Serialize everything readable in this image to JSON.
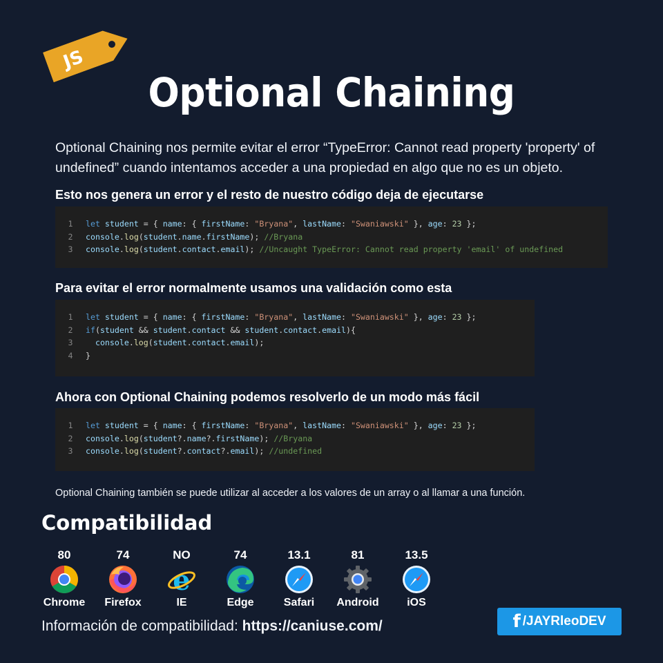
{
  "badge": {
    "label": "JS",
    "color": "#e9a526"
  },
  "title": "Optional Chaining",
  "intro": "Optional Chaining nos permite evitar el error “TypeError: Cannot read property 'property' of undefined” cuando intentamos acceder a una propiedad en algo que no es un objeto.",
  "sections": [
    {
      "heading": "Esto nos genera un error y el resto de nuestro código deja de ejecutarse",
      "lines": [
        [
          [
            "kw",
            "let "
          ],
          [
            "var",
            "student"
          ],
          [
            "plain",
            " = { "
          ],
          [
            "var",
            "name"
          ],
          [
            "plain",
            ": { "
          ],
          [
            "var",
            "firstName"
          ],
          [
            "plain",
            ": "
          ],
          [
            "str",
            "\"Bryana\""
          ],
          [
            "plain",
            ", "
          ],
          [
            "var",
            "lastName"
          ],
          [
            "plain",
            ": "
          ],
          [
            "str",
            "\"Swaniawski\""
          ],
          [
            "plain",
            " }, "
          ],
          [
            "var",
            "age"
          ],
          [
            "plain",
            ": "
          ],
          [
            "num",
            "23"
          ],
          [
            "plain",
            " };"
          ]
        ],
        [
          [
            "var",
            "console"
          ],
          [
            "plain",
            "."
          ],
          [
            "fn",
            "log"
          ],
          [
            "plain",
            "("
          ],
          [
            "var",
            "student"
          ],
          [
            "plain",
            "."
          ],
          [
            "var",
            "name"
          ],
          [
            "plain",
            "."
          ],
          [
            "var",
            "firstName"
          ],
          [
            "plain",
            "); "
          ],
          [
            "cm",
            "//Bryana"
          ]
        ],
        [
          [
            "var",
            "console"
          ],
          [
            "plain",
            "."
          ],
          [
            "fn",
            "log"
          ],
          [
            "plain",
            "("
          ],
          [
            "var",
            "student"
          ],
          [
            "plain",
            "."
          ],
          [
            "var",
            "contact"
          ],
          [
            "plain",
            "."
          ],
          [
            "var",
            "email"
          ],
          [
            "plain",
            "); "
          ],
          [
            "cm",
            "//Uncaught TypeError: Cannot read property 'email' of undefined"
          ]
        ]
      ]
    },
    {
      "heading": "Para evitar el error normalmente usamos una validación como esta",
      "lines": [
        [
          [
            "kw",
            "let "
          ],
          [
            "var",
            "student"
          ],
          [
            "plain",
            " = { "
          ],
          [
            "var",
            "name"
          ],
          [
            "plain",
            ": { "
          ],
          [
            "var",
            "firstName"
          ],
          [
            "plain",
            ": "
          ],
          [
            "str",
            "\"Bryana\""
          ],
          [
            "plain",
            ", "
          ],
          [
            "var",
            "lastName"
          ],
          [
            "plain",
            ": "
          ],
          [
            "str",
            "\"Swaniawski\""
          ],
          [
            "plain",
            " }, "
          ],
          [
            "var",
            "age"
          ],
          [
            "plain",
            ": "
          ],
          [
            "num",
            "23"
          ],
          [
            "plain",
            " };"
          ]
        ],
        [
          [
            "kw",
            "if"
          ],
          [
            "plain",
            "("
          ],
          [
            "var",
            "student"
          ],
          [
            "plain",
            " && "
          ],
          [
            "var",
            "student"
          ],
          [
            "plain",
            "."
          ],
          [
            "var",
            "contact"
          ],
          [
            "plain",
            " && "
          ],
          [
            "var",
            "student"
          ],
          [
            "plain",
            "."
          ],
          [
            "var",
            "contact"
          ],
          [
            "plain",
            "."
          ],
          [
            "var",
            "email"
          ],
          [
            "plain",
            "){"
          ]
        ],
        [
          [
            "plain",
            "  "
          ],
          [
            "var",
            "console"
          ],
          [
            "plain",
            "."
          ],
          [
            "fn",
            "log"
          ],
          [
            "plain",
            "("
          ],
          [
            "var",
            "student"
          ],
          [
            "plain",
            "."
          ],
          [
            "var",
            "contact"
          ],
          [
            "plain",
            "."
          ],
          [
            "var",
            "email"
          ],
          [
            "plain",
            ");"
          ]
        ],
        [
          [
            "plain",
            "}"
          ]
        ]
      ]
    },
    {
      "heading": "Ahora con Optional Chaining podemos resolverlo de un modo más fácil",
      "lines": [
        [
          [
            "kw",
            "let "
          ],
          [
            "var",
            "student"
          ],
          [
            "plain",
            " = { "
          ],
          [
            "var",
            "name"
          ],
          [
            "plain",
            ": { "
          ],
          [
            "var",
            "firstName"
          ],
          [
            "plain",
            ": "
          ],
          [
            "str",
            "\"Bryana\""
          ],
          [
            "plain",
            ", "
          ],
          [
            "var",
            "lastName"
          ],
          [
            "plain",
            ": "
          ],
          [
            "str",
            "\"Swaniawski\""
          ],
          [
            "plain",
            " }, "
          ],
          [
            "var",
            "age"
          ],
          [
            "plain",
            ": "
          ],
          [
            "num",
            "23"
          ],
          [
            "plain",
            " };"
          ]
        ],
        [
          [
            "var",
            "console"
          ],
          [
            "plain",
            "."
          ],
          [
            "fn",
            "log"
          ],
          [
            "plain",
            "("
          ],
          [
            "var",
            "student"
          ],
          [
            "plain",
            "?."
          ],
          [
            "var",
            "name"
          ],
          [
            "plain",
            "?."
          ],
          [
            "var",
            "firstName"
          ],
          [
            "plain",
            "); "
          ],
          [
            "cm",
            "//Bryana"
          ]
        ],
        [
          [
            "var",
            "console"
          ],
          [
            "plain",
            "."
          ],
          [
            "fn",
            "log"
          ],
          [
            "plain",
            "("
          ],
          [
            "var",
            "student"
          ],
          [
            "plain",
            "?."
          ],
          [
            "var",
            "contact"
          ],
          [
            "plain",
            "?."
          ],
          [
            "var",
            "email"
          ],
          [
            "plain",
            "); "
          ],
          [
            "cm",
            "//undefined"
          ]
        ]
      ]
    }
  ],
  "note": "Optional Chaining también se puede utilizar al acceder a los valores de un array  o al llamar a una función.",
  "compat": {
    "title": "Compatibilidad",
    "browsers": [
      {
        "name": "Chrome",
        "version": "80",
        "icon": "chrome-icon"
      },
      {
        "name": "Firefox",
        "version": "74",
        "icon": "firefox-icon"
      },
      {
        "name": "IE",
        "version": "NO",
        "icon": "ie-icon"
      },
      {
        "name": "Edge",
        "version": "74",
        "icon": "edge-icon"
      },
      {
        "name": "Safari",
        "version": "13.1",
        "icon": "safari-icon"
      },
      {
        "name": "Android",
        "version": "81",
        "icon": "android-icon"
      },
      {
        "name": "iOS",
        "version": "13.5",
        "icon": "ios-safari-icon"
      }
    ]
  },
  "info": {
    "label": "Información de compatibilidad:",
    "url": "https://caniuse.com/"
  },
  "social": {
    "icon": "facebook-icon",
    "handle": "/JAYRleoDEV",
    "color": "#1c97e6"
  }
}
